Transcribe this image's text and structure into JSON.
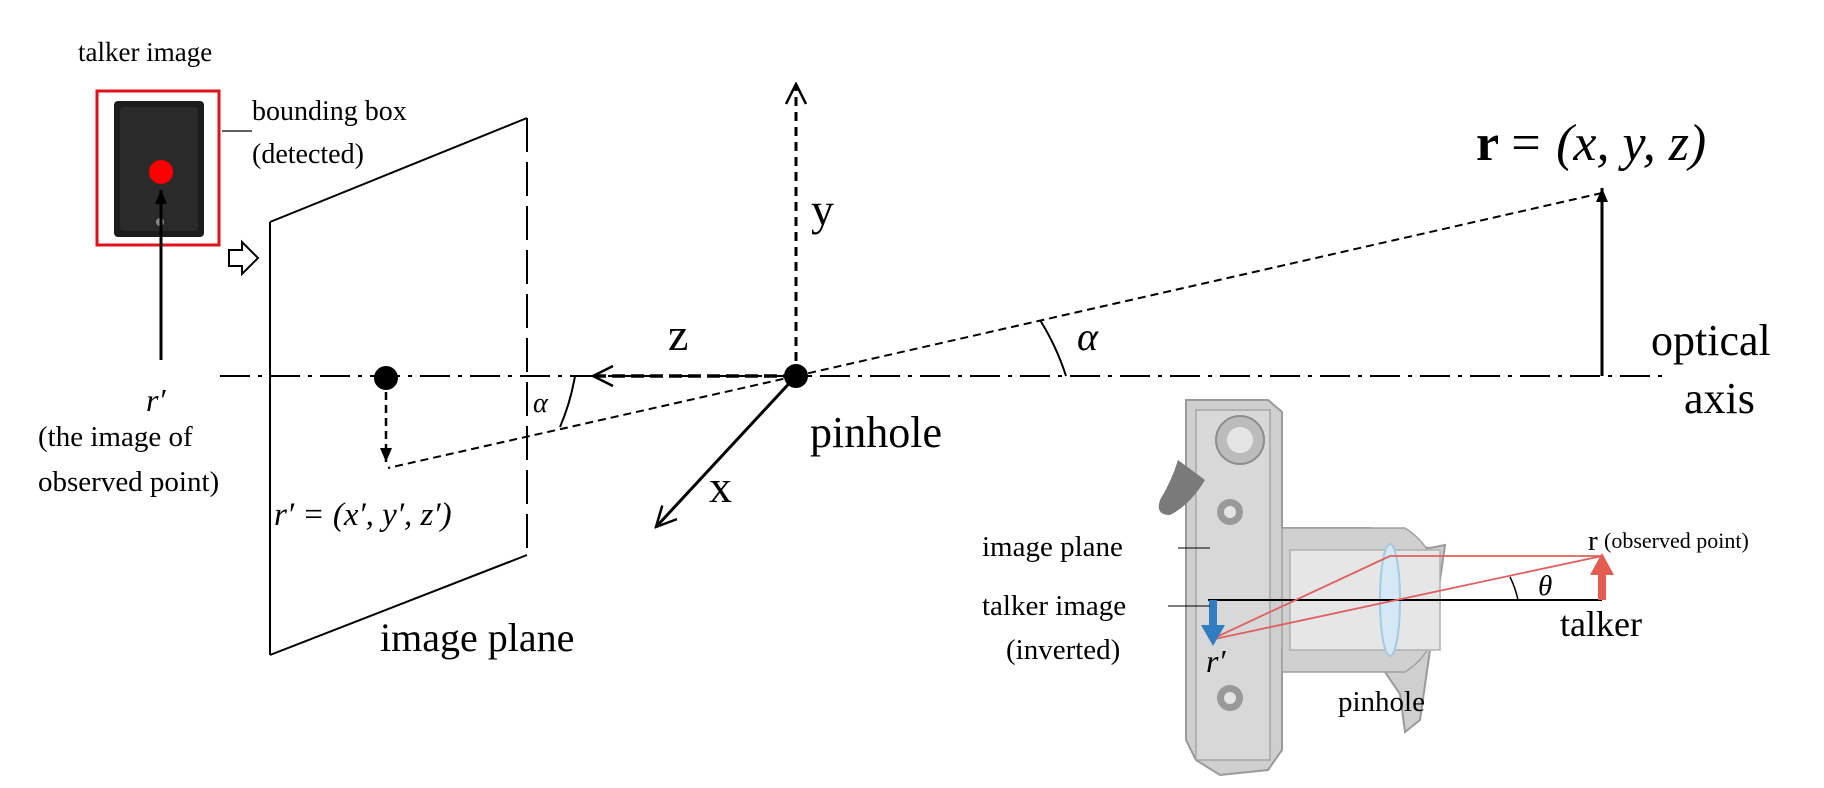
{
  "labels": {
    "talker_image": "talker image",
    "bounding_box_line1": "bounding box",
    "bounding_box_line2": "(detected)",
    "r_prime": "r′",
    "observed_line1": "(the image of",
    "observed_line2": "observed point)",
    "r_prime_coords": "r′ = (x′, y′, z′)",
    "image_plane": "image plane",
    "axis_y": "y",
    "axis_z": "z",
    "axis_x": "x",
    "alpha": "α",
    "pinhole": "pinhole",
    "r_bold": "r",
    "r_coords": "= (x, y, z)",
    "optical_line1": "optical",
    "optical_line2": "axis"
  },
  "camera_inset": {
    "image_plane": "image plane",
    "talker_image_line1": "talker image",
    "talker_image_line2": "(inverted)",
    "r_prime": "r′",
    "pinhole": "pinhole",
    "r": "r",
    "observed_point": "(observed point)",
    "theta": "θ",
    "talker": "talker"
  },
  "colors": {
    "bbox_red": "#e0121b",
    "dot_red": "#ff0000",
    "ray_red": "#e06060",
    "arrow_red": "#e45b4f",
    "arrow_blue": "#2f7ec2",
    "camera_gray": "#cfcfcf",
    "camera_light": "#e6e6e6",
    "lens_blue": "#d5e8f5"
  },
  "icons": {
    "arrow_outline": "hollow-right-arrow-icon",
    "speaker": "speaker-icon"
  }
}
